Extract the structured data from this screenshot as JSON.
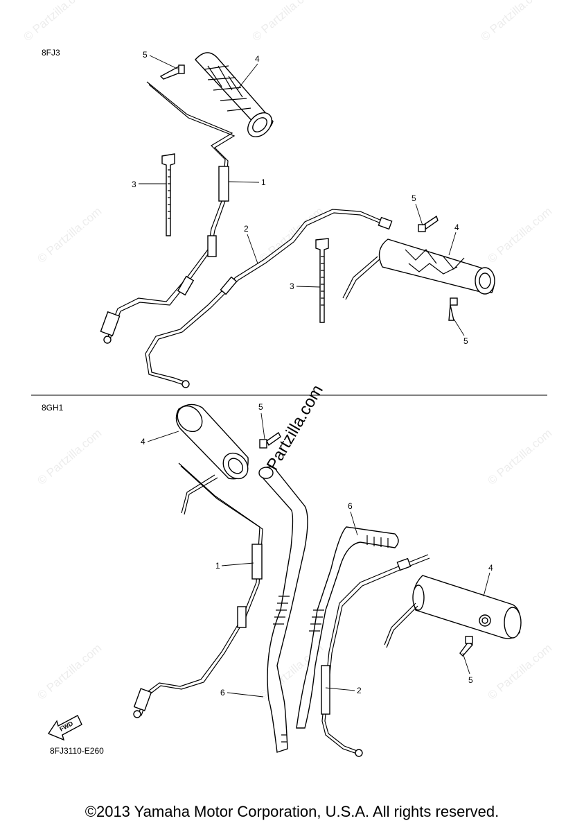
{
  "sections": {
    "top_model": "8FJ3",
    "bottom_model": "8GH1"
  },
  "callouts": {
    "n1": "1",
    "n2": "2",
    "n3": "3",
    "n4": "4",
    "n5": "5",
    "n6": "6"
  },
  "watermark": {
    "text": "© Partzilla.com",
    "big_text": "Partzilla.com"
  },
  "fwd_label": "FWD",
  "diagram_code": "8FJ3110-E260",
  "footer": "©2013 Yamaha Motor Corporation, U.S.A. All rights reserved."
}
